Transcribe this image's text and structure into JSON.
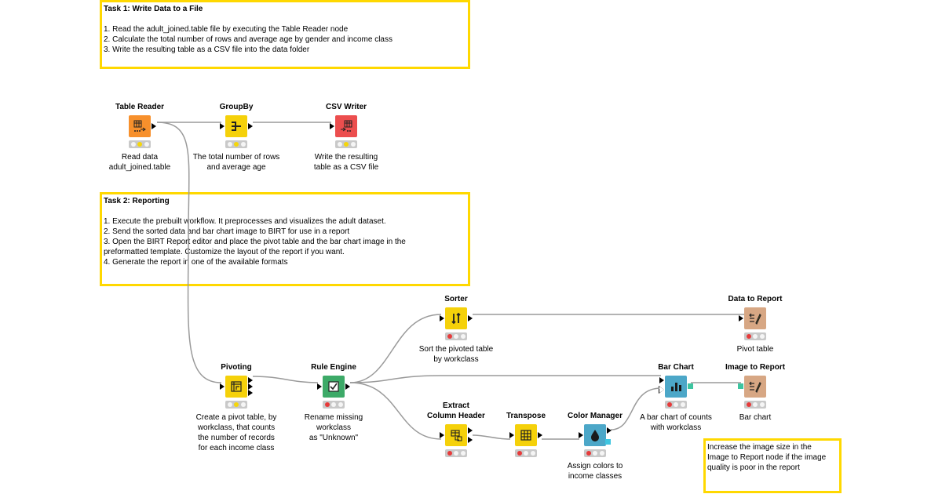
{
  "task1": {
    "title": "Task 1: Write Data to a File",
    "lines": [
      "1. Read the adult_joined.table file by executing the Table Reader node",
      "2. Calculate the total number of rows and average age by gender and income class",
      "3. Write the resulting table as a CSV file into the data folder"
    ]
  },
  "task2": {
    "title": "Task 2: Reporting",
    "lines": [
      "1. Execute the prebuilt workflow. It preprocesses and visualizes the adult dataset.",
      "2. Send the sorted data and bar chart image to BIRT for use in a report",
      "3. Open the BIRT Report editor and place the pivot table and the bar chart image in the",
      "preformatted template. Customize the layout of the report if you want.",
      "4. Generate the report in one of the available formats"
    ]
  },
  "note": {
    "lines": [
      "Increase the image size in the",
      "Image to Report node if the image",
      "quality is poor in the report"
    ]
  },
  "nodes": {
    "table_reader": {
      "name": "Table Reader",
      "desc": [
        "Read data",
        "adult_joined.table"
      ],
      "color": "#f7902c",
      "icon": "table-reader-icon",
      "status": "yellow"
    },
    "groupby": {
      "name": "GroupBy",
      "desc": [
        "The total number of rows",
        "and average age"
      ],
      "color": "#f5d10a",
      "icon": "groupby-icon",
      "status": "yellow"
    },
    "csv_writer": {
      "name": "CSV Writer",
      "desc": [
        "Write the resulting",
        "table as a CSV file"
      ],
      "color": "#ec4e4e",
      "icon": "csv-writer-icon",
      "status": "yellow"
    },
    "pivoting": {
      "name": "Pivoting",
      "desc": [
        "Create a pivot table, by",
        "workclass, that counts",
        "the number of records",
        "for each income class"
      ],
      "color": "#f5d10a",
      "icon": "pivot-icon",
      "status": "yellow"
    },
    "rule_engine": {
      "name": "Rule Engine",
      "desc": [
        "Rename missing",
        "workclass",
        "as \"Unknown\""
      ],
      "color": "#3daa68",
      "icon": "rule-engine-icon",
      "status": "red"
    },
    "sorter": {
      "name": "Sorter",
      "desc": [
        "Sort the pivoted table",
        "by workclass"
      ],
      "color": "#f5d10a",
      "icon": "sorter-icon",
      "status": "red"
    },
    "data_to_report": {
      "name": "Data to Report",
      "desc": [
        "Pivot table"
      ],
      "color": "#d7a784",
      "icon": "data-to-report-icon",
      "status": "red"
    },
    "extract_column_header": {
      "name_lines": [
        "Extract",
        "Column Header"
      ],
      "desc": [],
      "color": "#f5d10a",
      "icon": "extract-header-icon",
      "status": "red"
    },
    "transpose": {
      "name": "Transpose",
      "desc": [],
      "color": "#f5d10a",
      "icon": "transpose-icon",
      "status": "red"
    },
    "color_manager": {
      "name": "Color Manager",
      "desc": [
        "Assign colors to",
        "income classes"
      ],
      "color": "#4ca7c8",
      "icon": "color-manager-icon",
      "status": "red"
    },
    "bar_chart": {
      "name": "Bar Chart",
      "desc": [
        "A bar chart of counts",
        "with workclass"
      ],
      "color": "#4ca7c8",
      "icon": "bar-chart-icon",
      "status": "red"
    },
    "image_to_report": {
      "name": "Image to Report",
      "desc": [
        "Bar chart"
      ],
      "color": "#d7a784",
      "icon": "image-to-report-icon",
      "status": "red"
    }
  }
}
